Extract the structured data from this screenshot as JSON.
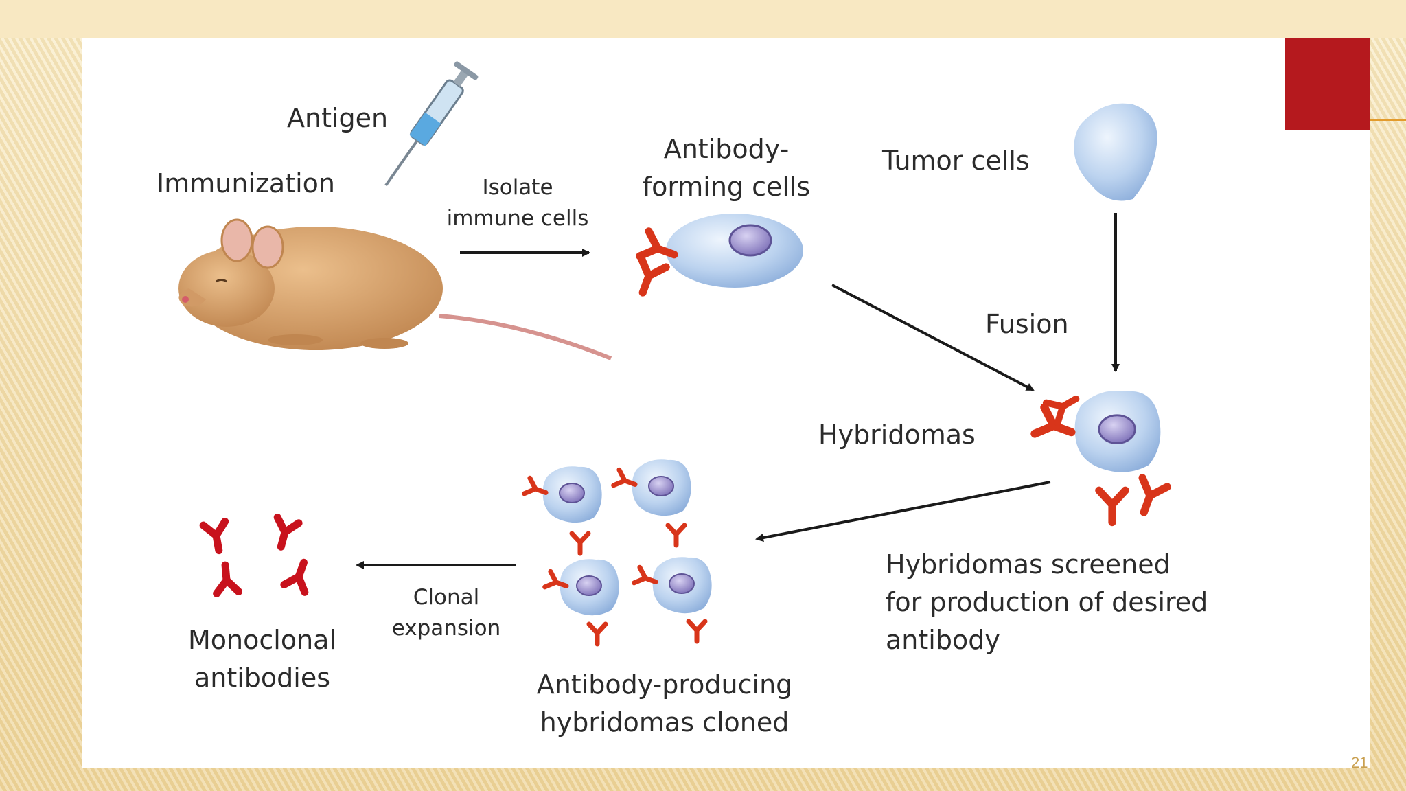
{
  "colors": {
    "accent": "#b5191e",
    "accent_line": "#e39b2c",
    "antibody": "#d8351a",
    "cell_fill": "#c9dcf3",
    "nucleus": "#9a8fc9",
    "mouse": "#d9a56e"
  },
  "labels": {
    "antigen": "Antigen",
    "immunization": "Immunization",
    "isolate_line1": "Isolate",
    "isolate_line2": "immune cells",
    "afc_line1": "Antibody-",
    "afc_line2": "forming cells",
    "tumor_cells": "Tumor cells",
    "fusion": "Fusion",
    "hybridomas": "Hybridomas",
    "screened_line1": "Hybridomas screened",
    "screened_line2": "for production of desired",
    "screened_line3": "antibody",
    "clonal_line1": "Clonal",
    "clonal_line2": "expansion",
    "mono_line1": "Monoclonal",
    "mono_line2": "antibodies",
    "cloned_line1": "Antibody-producing",
    "cloned_line2": "hybridomas cloned"
  },
  "icons": {
    "syringe": "syringe-icon",
    "mouse": "mouse-icon",
    "cell": "cell-icon",
    "antibody": "antibody-icon"
  },
  "page_number": "21"
}
